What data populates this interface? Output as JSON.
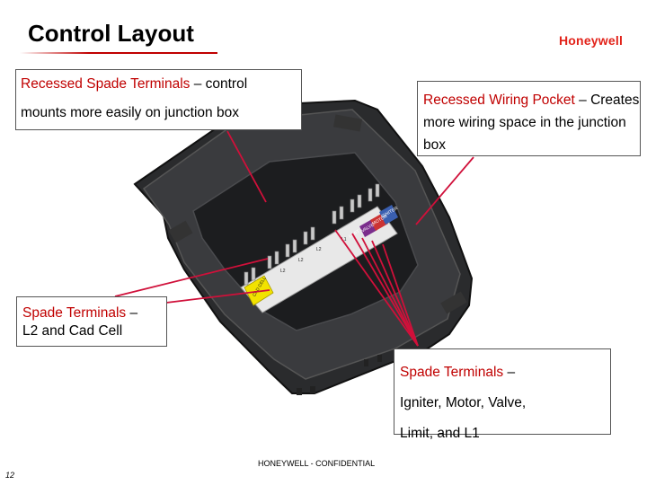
{
  "slide": {
    "title": "Control Layout",
    "logo_text": "Honeywell",
    "footer_confidential": "HONEYWELL - CONFIDENTIAL",
    "page_number": "12"
  },
  "callouts": {
    "top_left": {
      "highlight": "Recessed Spade Terminals",
      "rest": " – control",
      "line2": "mounts more easily on junction box"
    },
    "top_right": {
      "highlight": "Recessed Wiring Pocket",
      "rest": " – Creates more wiring space in the junction box"
    },
    "mid_left": {
      "highlight": "Spade Terminals",
      "rest": " –",
      "line2": "L2 and Cad Cell"
    },
    "bottom_right": {
      "highlight": "Spade Terminals",
      "rest": " –",
      "line2": "Igniter, Motor, Valve,",
      "line3": "Limit, and L1"
    }
  },
  "terminal_labels": {
    "cad_cell": "CAD CELL",
    "l2_a": "L2",
    "l2_b": "L2",
    "l2_c": "L2",
    "l1": "L1",
    "limit": "LIMIT",
    "valve": "VALVE",
    "motor": "MOTOR",
    "igniter": "IGNITER"
  },
  "colors": {
    "accent_red": "#c00000",
    "brand_red": "#e2231a",
    "housing": "#2a2b2d",
    "cad_label": "#f2e200",
    "valve_label": "#7a2d8c",
    "motor_label": "#cc3333",
    "igniter_label": "#3a5fb0",
    "leader_line": "#d0103a"
  }
}
